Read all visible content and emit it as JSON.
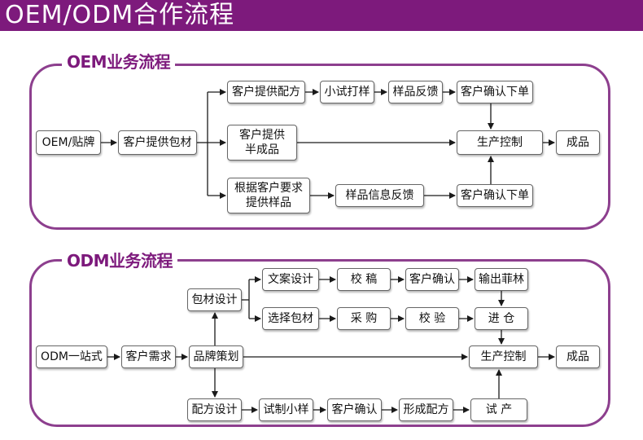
{
  "header": {
    "title": "OEM/ODM合作流程"
  },
  "oem": {
    "title": "OEM业务流程",
    "boxes": {
      "start": "OEM/贴牌",
      "package": "客户提供包材",
      "formula": "客户提供配方",
      "trial": "小试打样",
      "sample_feedback": "样品反馈",
      "confirm_top": "客户确认下单",
      "semi": "客户提供\n半成品",
      "production": "生产控制",
      "finished": "成品",
      "samples": "根据客户要求\n提供样品",
      "info_feedback": "样品信息反馈",
      "confirm_bottom": "客户确认下单"
    }
  },
  "odm": {
    "title": "ODM业务流程",
    "boxes": {
      "start": "ODM一站式",
      "needs": "客户需求",
      "brand": "品牌策划",
      "pack_design": "包材设计",
      "copy_design": "文案设计",
      "proof": "校  稿",
      "customer_confirm": "客户确认",
      "film": "输出菲林",
      "select_pack": "选择包材",
      "purchase": "采  购",
      "inspect": "校  验",
      "warehouse": "进  仓",
      "production": "生产控制",
      "finished": "成品",
      "formula_design": "配方设计",
      "trial_sample": "试制小样",
      "confirm2": "客户确认",
      "form_formula": "形成配方",
      "trial_production": "试  产"
    }
  }
}
